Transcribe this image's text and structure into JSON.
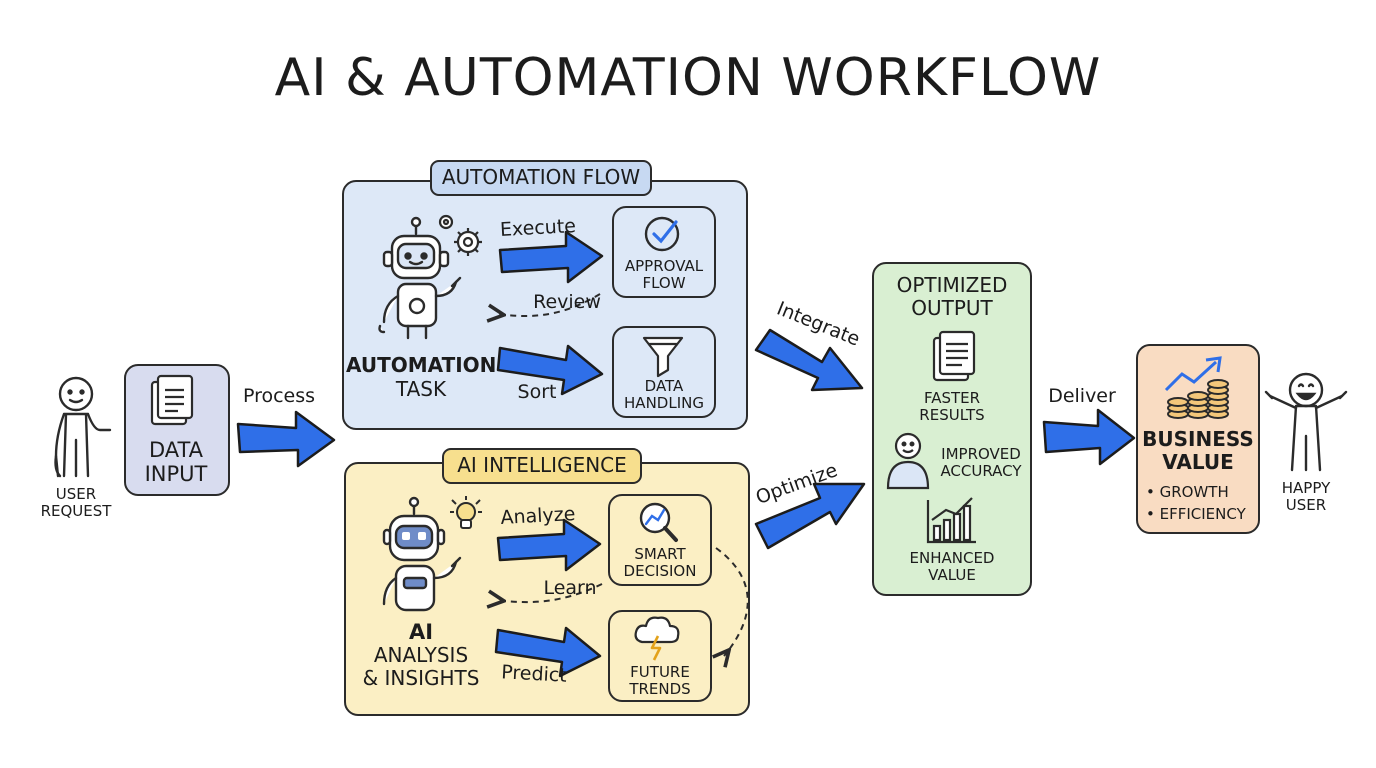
{
  "title": "AI & AUTOMATION WORKFLOW",
  "user_request": "USER\nREQUEST",
  "data_input": "DATA\nINPUT",
  "arrows": {
    "process": "Process",
    "execute": "Execute",
    "review": "Review",
    "sort": "Sort",
    "analyze": "Analyze",
    "learn": "Learn",
    "predict": "Predict",
    "integrate": "Integrate",
    "optimize": "Optimize",
    "deliver": "Deliver"
  },
  "automation": {
    "header": "AUTOMATION FLOW",
    "task_bold": "AUTOMATION",
    "task_sub": "TASK",
    "approval": "APPROVAL\nFLOW",
    "data_handling": "DATA\nHANDLING"
  },
  "ai": {
    "header": "AI INTELLIGENCE",
    "analysis_bold": "AI",
    "analysis_sub": "ANALYSIS\n& INSIGHTS",
    "smart": "SMART\nDECISION",
    "future": "FUTURE\nTRENDS"
  },
  "output": {
    "header": "OPTIMIZED\nOUTPUT",
    "faster": "FASTER\nRESULTS",
    "accuracy": "IMPROVED\nACCURACY",
    "enhanced": "ENHANCED\nVALUE"
  },
  "business": {
    "header": "BUSINESS\nVALUE",
    "bullets": [
      "• GROWTH",
      "• EFFICIENCY"
    ]
  },
  "happy_user": "HAPPY\nUSER",
  "colors": {
    "arrow_blue": "#2f6fe8",
    "automation_bg": "#dde8f7",
    "automation_tag": "#c7d9f2",
    "ai_bg": "#fbefc4",
    "ai_tag": "#f7df8e",
    "output_bg": "#d9efd2",
    "business_bg": "#f9dcc2",
    "input_bg": "#d8dcef"
  }
}
